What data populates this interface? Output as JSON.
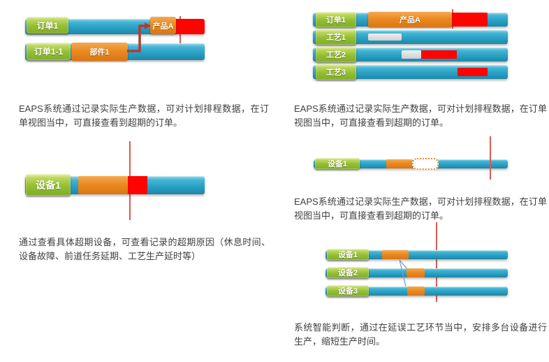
{
  "panels": {
    "top_left": {
      "rows": [
        {
          "label": "订单1",
          "task": "产品A"
        },
        {
          "label": "订单1-1",
          "task": "部件1"
        }
      ],
      "caption": "EAPS系统通过记录实际生产数据，可对计划排程数据，在订单视图当中，可直接查看到超期的订单。"
    },
    "top_right": {
      "rows": [
        {
          "label": "订单1",
          "task": "产品A"
        },
        {
          "label": "工艺1"
        },
        {
          "label": "工艺2"
        },
        {
          "label": "工艺3"
        }
      ],
      "caption": "EAPS系统通过记录实际生产数据，可对计划排程数据，在订单视图当中，可直接查看到超期的订单。"
    },
    "middle_left": {
      "rows": [
        {
          "label": "设备1"
        }
      ],
      "caption": "通过查看具体超期设备，可查看记录的超期原因（休息时间、设备故障、前道任务延期、工艺生产延时等）"
    },
    "middle_right": {
      "rows": [
        {
          "label": "设备1"
        }
      ],
      "caption": "EAPS系统通过记录实际生产数据，可对计划排程数据，在订单视图当中，可直接查看到超期的订单。"
    },
    "bottom_right": {
      "rows": [
        {
          "label": "设备1"
        },
        {
          "label": "设备2"
        },
        {
          "label": "设备3"
        }
      ],
      "caption": "系统智能判断，通过在延误工艺环节当中，安排多台设备进行生产，缩短生产时间。"
    }
  },
  "icons": {
    "dependency_arrow_icon": "bent-elbow-arrow-right",
    "deadline_line": "vertical-red-line",
    "split_connector_icon": "fan-out-lines"
  },
  "colors": {
    "bar_teal": "#2aa2c5",
    "label_green": "#8fba30",
    "segment_orange": "#e8871f",
    "segment_red": "#fe0400",
    "segment_gray": "#d9d9d9",
    "ghost_border_orange": "#ef8a2d",
    "deadline_line_red": "#d95b52",
    "arrow_dark_red": "#b23c30",
    "connector_blue": "#7e9dc7",
    "caption_text": "#404040"
  }
}
